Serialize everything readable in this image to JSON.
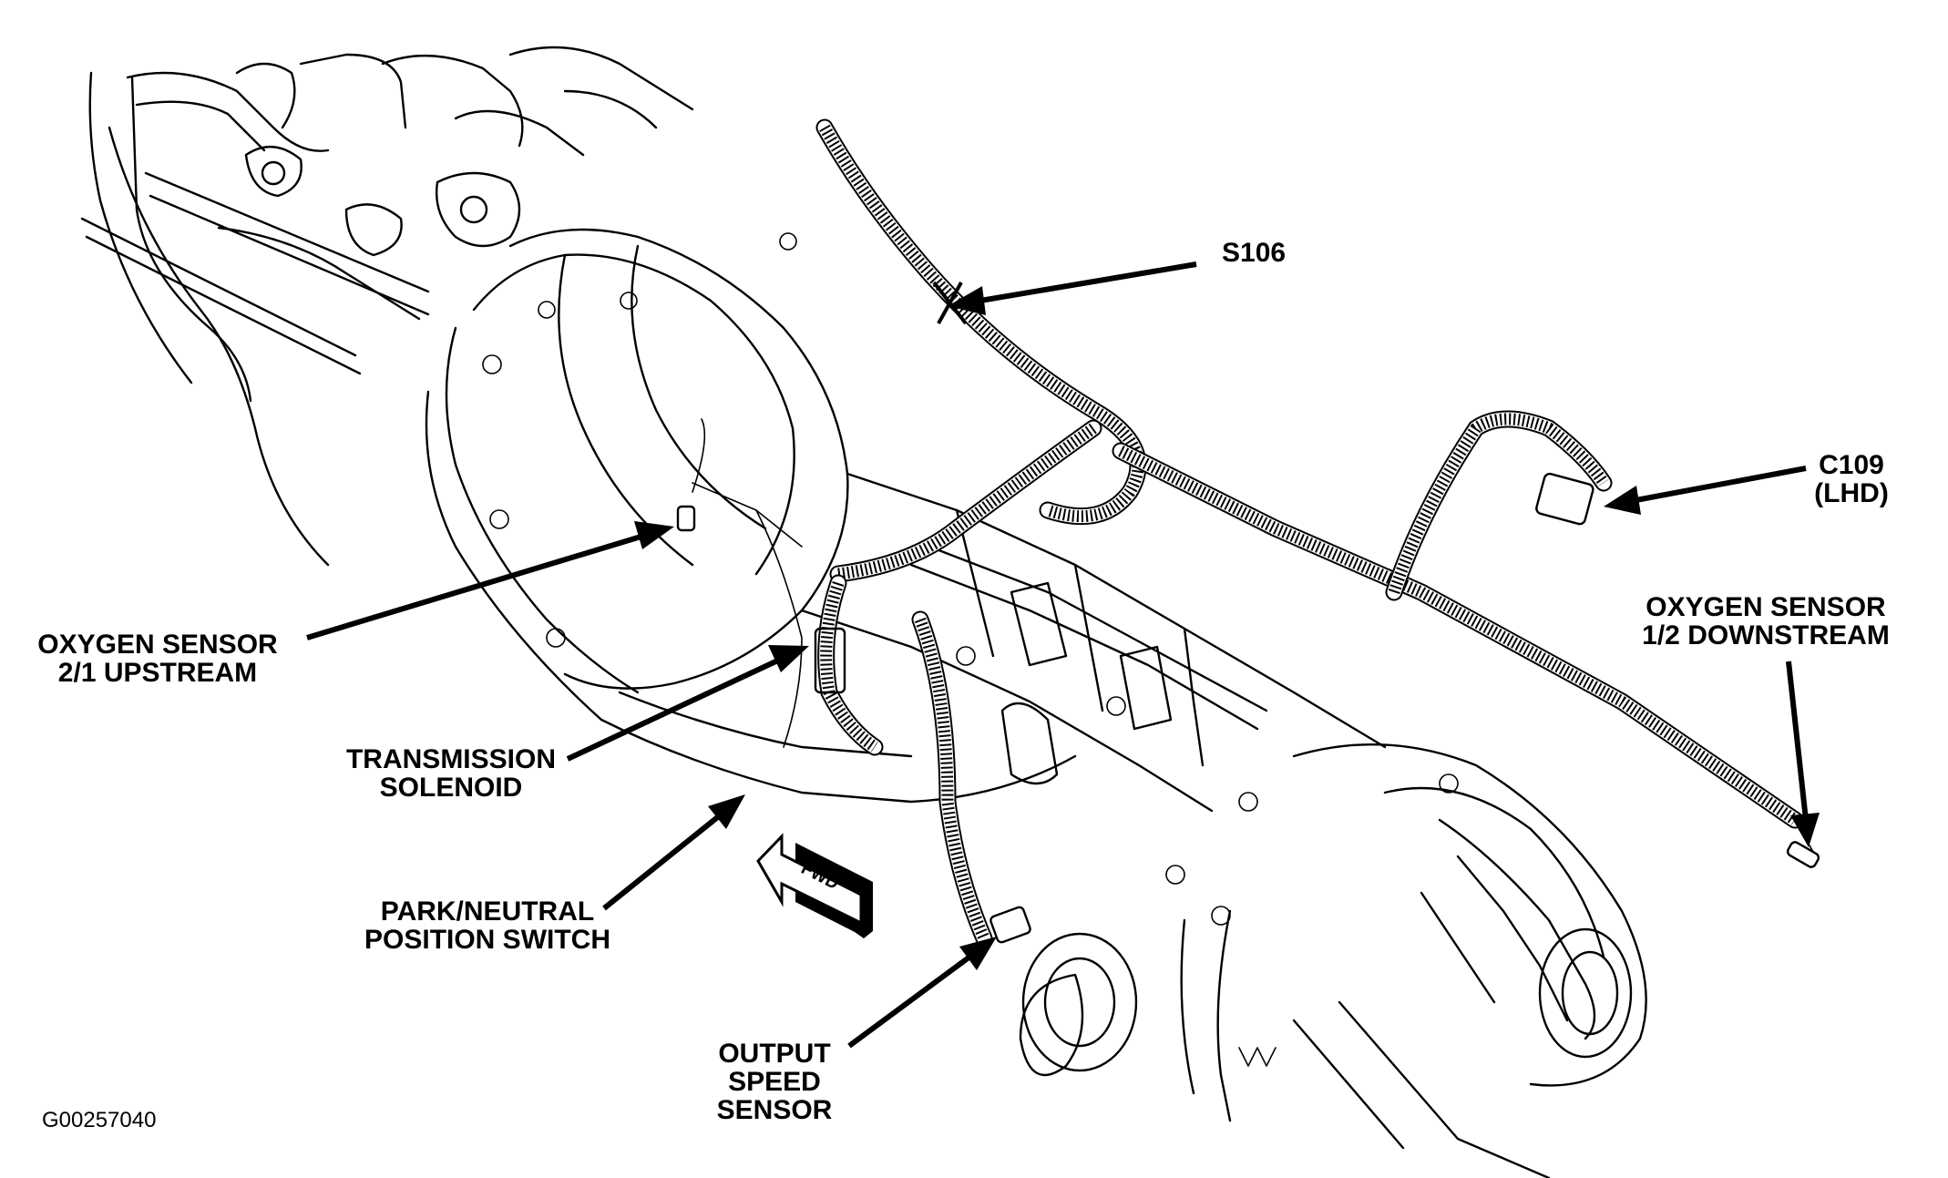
{
  "figure_id": "G00257040",
  "labels": {
    "s106": "S106",
    "c109_line1": "C109",
    "c109_line2": "(LHD)",
    "o2_up_line1": "OXYGEN SENSOR",
    "o2_up_line2": "2/1 UPSTREAM",
    "o2_down_line1": "OXYGEN SENSOR",
    "o2_down_line2": "1/2 DOWNSTREAM",
    "trans_sol_line1": "TRANSMISSION",
    "trans_sol_line2": "SOLENOID",
    "pn_line1": "PARK/NEUTRAL",
    "pn_line2": "POSITION SWITCH",
    "oss_line1": "OUTPUT",
    "oss_line2": "SPEED",
    "oss_line3": "SENSOR",
    "fwd": "FWD"
  }
}
